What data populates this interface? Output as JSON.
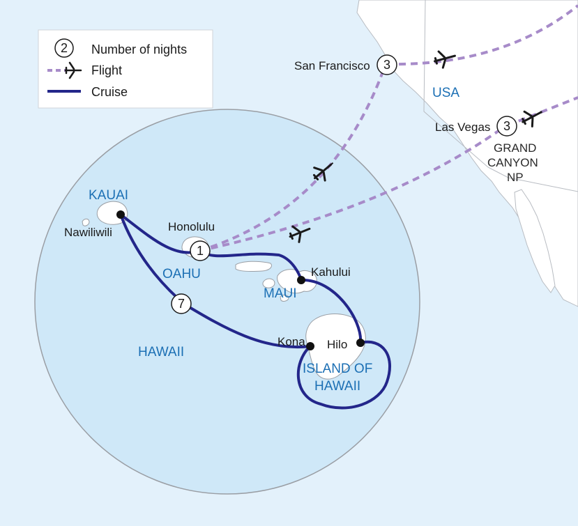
{
  "legend": {
    "nights_example": "2",
    "nights_label": "Number of nights",
    "flight_label": "Flight",
    "cruise_label": "Cruise"
  },
  "regions": {
    "usa": "USA",
    "hawaii": "HAWAII",
    "kauai": "KAUAI",
    "oahu": "OAHU",
    "maui": "MAUI",
    "island_of_hawaii_line1": "ISLAND OF",
    "island_of_hawaii_line2": "HAWAII",
    "grand_canyon_line1": "GRAND",
    "grand_canyon_line2": "CANYON",
    "grand_canyon_line3": "NP"
  },
  "places": {
    "san_francisco": "San Francisco",
    "las_vegas": "Las Vegas",
    "honolulu": "Honolulu",
    "nawiliwili": "Nawiliwili",
    "kahului": "Kahului",
    "kona": "Kona",
    "hilo": "Hilo"
  },
  "nights": {
    "san_francisco": "3",
    "las_vegas": "3",
    "honolulu": "1",
    "cruise": "7"
  },
  "colors": {
    "ocean": "#e3f1fb",
    "circle_fill": "#cfe8f8",
    "land": "#ffffff",
    "cruise": "#23268a",
    "flight": "#a78bc9",
    "region_text": "#1b6fb4"
  },
  "icons": [
    "plane-icon",
    "port-dot-icon",
    "nights-marker-icon"
  ]
}
